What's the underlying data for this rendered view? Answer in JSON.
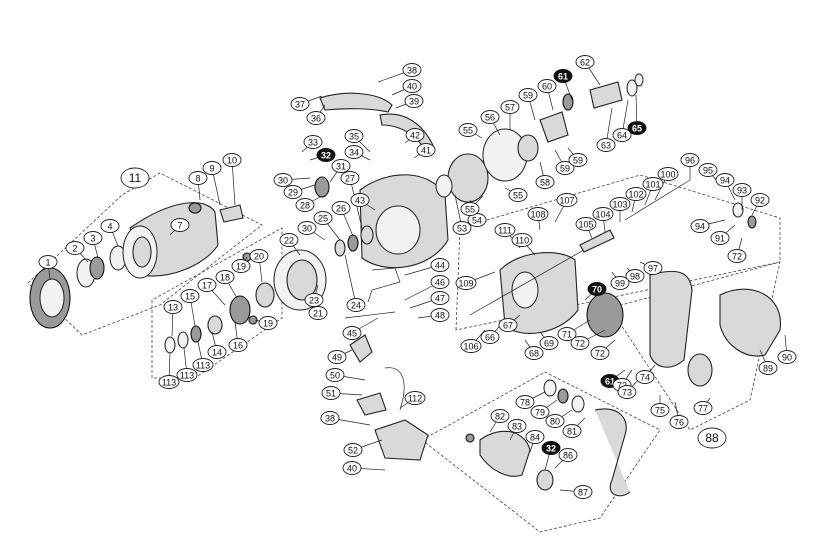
{
  "diagram": {
    "callouts": [
      {
        "id": "1",
        "label": "1",
        "filled": false
      },
      {
        "id": "2",
        "label": "2",
        "filled": false
      },
      {
        "id": "3",
        "label": "3",
        "filled": false
      },
      {
        "id": "4",
        "label": "4",
        "filled": false
      },
      {
        "id": "7",
        "label": "7",
        "filled": false
      },
      {
        "id": "8",
        "label": "8",
        "filled": false
      },
      {
        "id": "9",
        "label": "9",
        "filled": false
      },
      {
        "id": "10",
        "label": "10",
        "filled": false
      },
      {
        "id": "13",
        "label": "13",
        "filled": false
      },
      {
        "id": "14",
        "label": "14",
        "filled": false
      },
      {
        "id": "15",
        "label": "15",
        "filled": false
      },
      {
        "id": "16",
        "label": "16",
        "filled": false
      },
      {
        "id": "17",
        "label": "17",
        "filled": false
      },
      {
        "id": "18",
        "label": "18",
        "filled": false
      },
      {
        "id": "19a",
        "label": "19",
        "filled": false
      },
      {
        "id": "19b",
        "label": "19",
        "filled": false
      },
      {
        "id": "20",
        "label": "20",
        "filled": false
      },
      {
        "id": "21",
        "label": "21",
        "filled": false
      },
      {
        "id": "22",
        "label": "22",
        "filled": false
      },
      {
        "id": "23",
        "label": "23",
        "filled": false
      },
      {
        "id": "24",
        "label": "24",
        "filled": false
      },
      {
        "id": "25",
        "label": "25",
        "filled": false
      },
      {
        "id": "26",
        "label": "26",
        "filled": false
      },
      {
        "id": "27",
        "label": "27",
        "filled": false
      },
      {
        "id": "28",
        "label": "28",
        "filled": false
      },
      {
        "id": "29",
        "label": "29",
        "filled": false
      },
      {
        "id": "30a",
        "label": "30",
        "filled": false
      },
      {
        "id": "30b",
        "label": "30",
        "filled": false
      },
      {
        "id": "31",
        "label": "31",
        "filled": false
      },
      {
        "id": "32a",
        "label": "32",
        "filled": true
      },
      {
        "id": "32b",
        "label": "32",
        "filled": true
      },
      {
        "id": "33",
        "label": "33",
        "filled": false
      },
      {
        "id": "34",
        "label": "34",
        "filled": false
      },
      {
        "id": "35",
        "label": "35",
        "filled": false
      },
      {
        "id": "36",
        "label": "36",
        "filled": false
      },
      {
        "id": "37",
        "label": "37",
        "filled": false
      },
      {
        "id": "38a",
        "label": "38",
        "filled": false
      },
      {
        "id": "38b",
        "label": "38",
        "filled": false
      },
      {
        "id": "39",
        "label": "39",
        "filled": false
      },
      {
        "id": "40a",
        "label": "40",
        "filled": false
      },
      {
        "id": "40b",
        "label": "40",
        "filled": false
      },
      {
        "id": "41",
        "label": "41",
        "filled": false
      },
      {
        "id": "42",
        "label": "42",
        "filled": false
      },
      {
        "id": "43",
        "label": "43",
        "filled": false
      },
      {
        "id": "44",
        "label": "44",
        "filled": false
      },
      {
        "id": "45",
        "label": "45",
        "filled": false
      },
      {
        "id": "46",
        "label": "46",
        "filled": false
      },
      {
        "id": "47",
        "label": "47",
        "filled": false
      },
      {
        "id": "48",
        "label": "48",
        "filled": false
      },
      {
        "id": "49",
        "label": "49",
        "filled": false
      },
      {
        "id": "50",
        "label": "50",
        "filled": false
      },
      {
        "id": "51",
        "label": "51",
        "filled": false
      },
      {
        "id": "52",
        "label": "52",
        "filled": false
      },
      {
        "id": "53",
        "label": "53",
        "filled": false
      },
      {
        "id": "54",
        "label": "54",
        "filled": false
      },
      {
        "id": "55a",
        "label": "55",
        "filled": false
      },
      {
        "id": "55b",
        "label": "55",
        "filled": false
      },
      {
        "id": "55c",
        "label": "55",
        "filled": false
      },
      {
        "id": "56",
        "label": "56",
        "filled": false
      },
      {
        "id": "57",
        "label": "57",
        "filled": false
      },
      {
        "id": "58",
        "label": "58",
        "filled": false
      },
      {
        "id": "59a",
        "label": "59",
        "filled": false
      },
      {
        "id": "59b",
        "label": "59",
        "filled": false
      },
      {
        "id": "59c",
        "label": "59",
        "filled": false
      },
      {
        "id": "60",
        "label": "60",
        "filled": false
      },
      {
        "id": "61a",
        "label": "61",
        "filled": true
      },
      {
        "id": "61b",
        "label": "61",
        "filled": true
      },
      {
        "id": "62",
        "label": "62",
        "filled": false
      },
      {
        "id": "63",
        "label": "63",
        "filled": false
      },
      {
        "id": "64",
        "label": "64",
        "filled": false
      },
      {
        "id": "65",
        "label": "65",
        "filled": true
      },
      {
        "id": "66",
        "label": "66",
        "filled": false
      },
      {
        "id": "67",
        "label": "67",
        "filled": false
      },
      {
        "id": "68",
        "label": "68",
        "filled": false
      },
      {
        "id": "69",
        "label": "69",
        "filled": false
      },
      {
        "id": "70",
        "label": "70",
        "filled": true
      },
      {
        "id": "71",
        "label": "71",
        "filled": false
      },
      {
        "id": "72a",
        "label": "72",
        "filled": false
      },
      {
        "id": "72b",
        "label": "72",
        "filled": false
      },
      {
        "id": "72c",
        "label": "72",
        "filled": false
      },
      {
        "id": "72d",
        "label": "72",
        "filled": false
      },
      {
        "id": "73",
        "label": "73",
        "filled": false
      },
      {
        "id": "74",
        "label": "74",
        "filled": false
      },
      {
        "id": "75",
        "label": "75",
        "filled": false
      },
      {
        "id": "76",
        "label": "76",
        "filled": false
      },
      {
        "id": "77",
        "label": "77",
        "filled": false
      },
      {
        "id": "78",
        "label": "78",
        "filled": false
      },
      {
        "id": "79",
        "label": "79",
        "filled": false
      },
      {
        "id": "80",
        "label": "80",
        "filled": false
      },
      {
        "id": "81",
        "label": "81",
        "filled": false
      },
      {
        "id": "82",
        "label": "82",
        "filled": false
      },
      {
        "id": "83",
        "label": "83",
        "filled": false
      },
      {
        "id": "84",
        "label": "84",
        "filled": false
      },
      {
        "id": "86",
        "label": "86",
        "filled": false
      },
      {
        "id": "87",
        "label": "87",
        "filled": false
      },
      {
        "id": "89",
        "label": "89",
        "filled": false
      },
      {
        "id": "90",
        "label": "90",
        "filled": false
      },
      {
        "id": "91",
        "label": "91",
        "filled": false
      },
      {
        "id": "92",
        "label": "92",
        "filled": false
      },
      {
        "id": "93",
        "label": "93",
        "filled": false
      },
      {
        "id": "94a",
        "label": "94",
        "filled": false
      },
      {
        "id": "94b",
        "label": "94",
        "filled": false
      },
      {
        "id": "95",
        "label": "95",
        "filled": false
      },
      {
        "id": "96",
        "label": "96",
        "filled": false
      },
      {
        "id": "97",
        "label": "97",
        "filled": false
      },
      {
        "id": "98",
        "label": "98",
        "filled": false
      },
      {
        "id": "99",
        "label": "99",
        "filled": false
      },
      {
        "id": "100",
        "label": "100",
        "filled": false
      },
      {
        "id": "101",
        "label": "101",
        "filled": false
      },
      {
        "id": "102",
        "label": "102",
        "filled": false
      },
      {
        "id": "103",
        "label": "103",
        "filled": false
      },
      {
        "id": "104",
        "label": "104",
        "filled": false
      },
      {
        "id": "105",
        "label": "105",
        "filled": false
      },
      {
        "id": "106",
        "label": "106",
        "filled": false
      },
      {
        "id": "107",
        "label": "107",
        "filled": false
      },
      {
        "id": "108",
        "label": "108",
        "filled": false
      },
      {
        "id": "109",
        "label": "109",
        "filled": false
      },
      {
        "id": "110",
        "label": "110",
        "filled": false
      },
      {
        "id": "111",
        "label": "111",
        "filled": false
      },
      {
        "id": "112",
        "label": "112",
        "filled": false
      },
      {
        "id": "113a",
        "label": "113",
        "filled": false
      },
      {
        "id": "113b",
        "label": "113",
        "filled": false
      },
      {
        "id": "113c",
        "label": "113",
        "filled": false
      }
    ],
    "groups": [
      {
        "id": "spool-assembly",
        "label": "11"
      },
      {
        "id": "handle-assembly",
        "label": "88"
      }
    ]
  }
}
